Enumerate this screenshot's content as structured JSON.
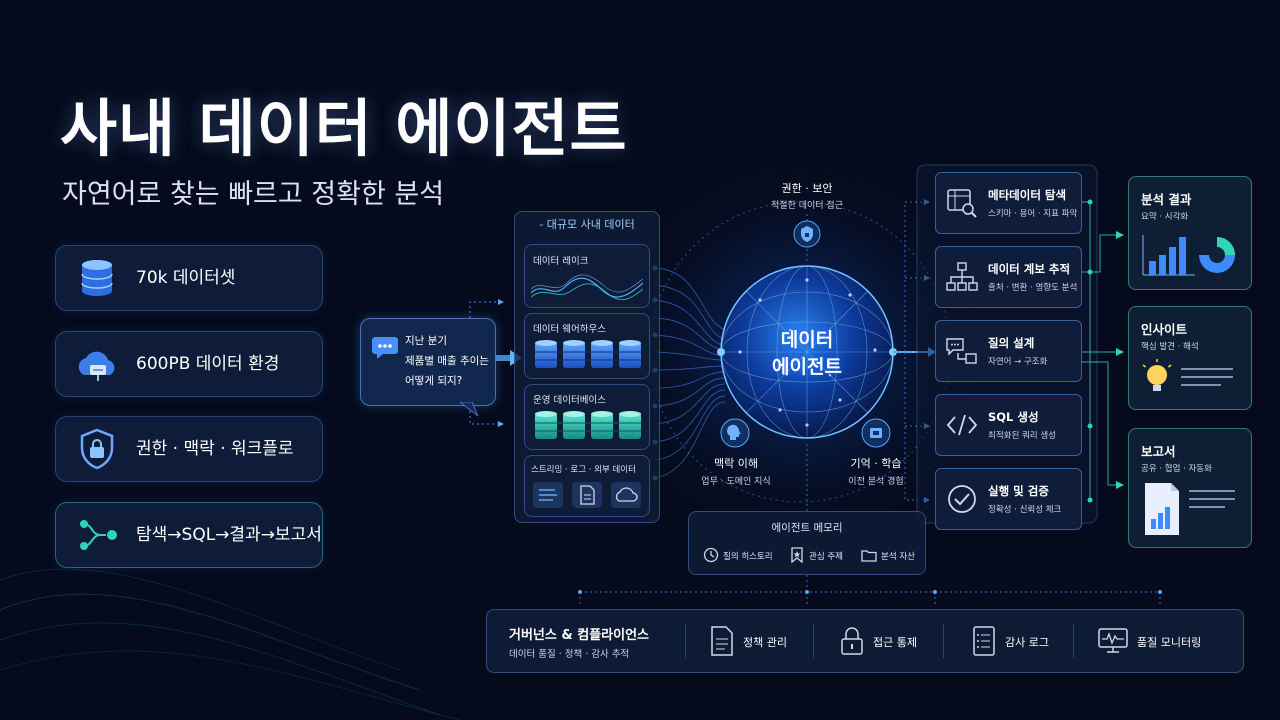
{
  "title": "사내 데이터 에이전트",
  "subtitle": "자연어로 찾는 빠르고 정확한 분석",
  "stats": [
    {
      "icon": "database-icon",
      "label": "70k 데이터셋"
    },
    {
      "icon": "cloud-server-icon",
      "label": "600PB 데이터 환경"
    },
    {
      "icon": "shield-lock-icon",
      "label": "권한 · 맥락 · 워크플로"
    },
    {
      "icon": "flow-icon",
      "label": "탐색→SQL→결과→보고서"
    }
  ],
  "question": {
    "line1": "지난 분기",
    "line2": "제품별 매출 추이는",
    "line3": "어떻게 되지?"
  },
  "data_sources": {
    "header": "- 대규모 사내 데이터",
    "lake": "데이터 레이크",
    "warehouse": "데이터 웨어하우스",
    "ops_db": "운영 데이터베이스",
    "streaming": "스트리밍 · 로그 · 외부 데이터"
  },
  "agent": {
    "line1": "데이터",
    "line2": "에이전트"
  },
  "security": {
    "title": "권한 · 보안",
    "desc": "적절한 데이터 접근"
  },
  "context": {
    "title": "맥락 이해",
    "desc": "업무 · 도메인 지식"
  },
  "memory_learn": {
    "title": "기억 · 학습",
    "desc": "이전 분석 경험"
  },
  "agent_memory": {
    "title": "에이전트 메모리",
    "items": [
      "질의 히스토리",
      "관심 주제",
      "분석 자산"
    ]
  },
  "tools": [
    {
      "icon": "metadata-search-icon",
      "title": "메타데이터 탐색",
      "desc": "스키마 · 용어 · 지표 파악"
    },
    {
      "icon": "lineage-icon",
      "title": "데이터 계보 추적",
      "desc": "출처 · 변환 · 영향도 분석"
    },
    {
      "icon": "query-design-icon",
      "title": "질의 설계",
      "desc": "자연어 → 구조화"
    },
    {
      "icon": "code-icon",
      "title": "SQL 생성",
      "desc": "최적화된 쿼리 생성"
    },
    {
      "icon": "check-circle-icon",
      "title": "실행 및 검증",
      "desc": "정확성 · 신뢰성 체크"
    }
  ],
  "outputs": [
    {
      "icon": "chart-icon",
      "title": "분석 결과",
      "desc": "요약 · 시각화"
    },
    {
      "icon": "lightbulb-icon",
      "title": "인사이트",
      "desc": "핵심 발견 · 해석"
    },
    {
      "icon": "report-icon",
      "title": "보고서",
      "desc": "공유 · 협업 · 자동화"
    }
  ],
  "governance": {
    "title": "거버넌스 & 컴플라이언스",
    "desc": "데이터 품질 · 정책 · 감사 추적",
    "items": [
      {
        "icon": "policy-doc-icon",
        "label": "정책 관리"
      },
      {
        "icon": "lock-icon",
        "label": "접근 통제"
      },
      {
        "icon": "audit-log-icon",
        "label": "감사 로그"
      },
      {
        "icon": "monitor-icon",
        "label": "품질 모니터링"
      }
    ]
  },
  "colors": {
    "accent": "#3d8bff",
    "teal": "#2fd6b5",
    "background": "#050b1c"
  }
}
